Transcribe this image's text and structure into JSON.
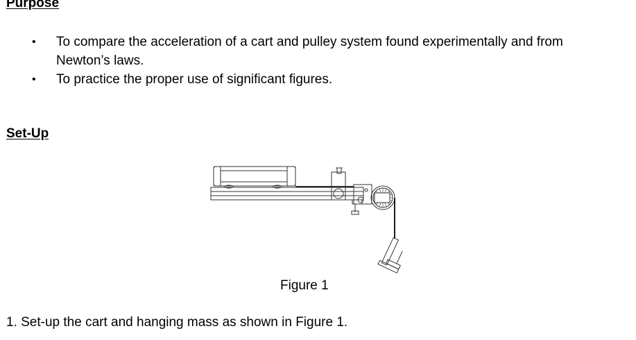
{
  "sections": {
    "purpose": {
      "heading": "Purpose",
      "items": [
        "To compare the acceleration of a cart and pulley system found experimentally and from Newton’s laws.",
        "To practice the proper use of significant figures."
      ]
    },
    "setup": {
      "heading": "Set-Up",
      "figure": {
        "caption": "Figure 1",
        "icon": "cart-pulley-diagram"
      },
      "steps": [
        "1. Set-up the cart and hanging mass as shown in Figure 1."
      ]
    }
  },
  "bullet_glyph": "•"
}
